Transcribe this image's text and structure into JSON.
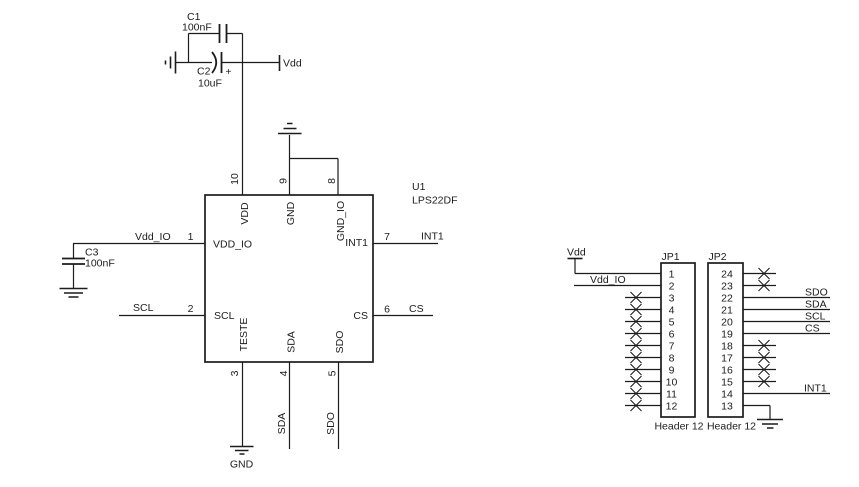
{
  "c1": {
    "ref": "C1",
    "value": "100nF"
  },
  "c2": {
    "ref": "C2",
    "value": "10uF",
    "polarity": "+"
  },
  "c3": {
    "ref": "C3",
    "value": "100nF"
  },
  "u1": {
    "ref": "U1",
    "part": "LPS22DF",
    "pin1": {
      "num": "1",
      "label": "VDD_IO"
    },
    "pin2": {
      "num": "2",
      "label": "SCL"
    },
    "pin3": {
      "num": "3",
      "label": "TESTE"
    },
    "pin4": {
      "num": "4",
      "label": "SDA"
    },
    "pin5": {
      "num": "5",
      "label": "SDO"
    },
    "pin6": {
      "num": "6",
      "label": "CS"
    },
    "pin7": {
      "num": "7",
      "label": "INT1"
    },
    "pin8": {
      "num": "8",
      "label": "GND_IO"
    },
    "pin9": {
      "num": "9",
      "label": "GND"
    },
    "pin10": {
      "num": "10",
      "label": "VDD"
    }
  },
  "nets": {
    "vdd": "Vdd",
    "vdd_io": "Vdd_IO",
    "gnd": "GND",
    "scl": "SCL",
    "sda": "SDA",
    "sdo": "SDO",
    "cs": "CS",
    "int1": "INT1"
  },
  "jp1": {
    "ref": "JP1",
    "type": "Header 12",
    "pins": [
      "1",
      "2",
      "3",
      "4",
      "5",
      "6",
      "7",
      "8",
      "9",
      "10",
      "11",
      "12"
    ]
  },
  "jp2": {
    "ref": "JP2",
    "type": "Header 12",
    "pins": [
      "24",
      "23",
      "22",
      "21",
      "20",
      "19",
      "18",
      "17",
      "16",
      "15",
      "14",
      "13"
    ]
  }
}
